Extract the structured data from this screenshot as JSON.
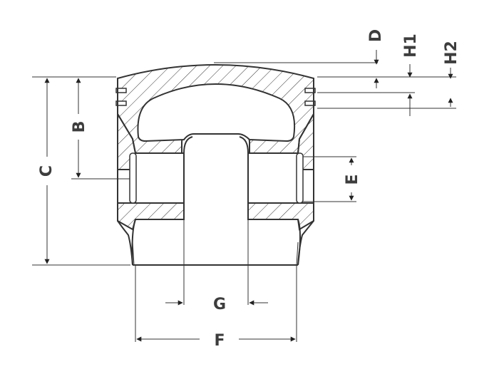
{
  "diagram": {
    "labels": {
      "B": "B",
      "C": "C",
      "D": "D",
      "E": "E",
      "F": "F",
      "G": "G",
      "H1": "H1",
      "H2": "H2"
    },
    "colors": {
      "line": "#333333",
      "label": "#3d3d3d",
      "background": "#ffffff"
    }
  }
}
